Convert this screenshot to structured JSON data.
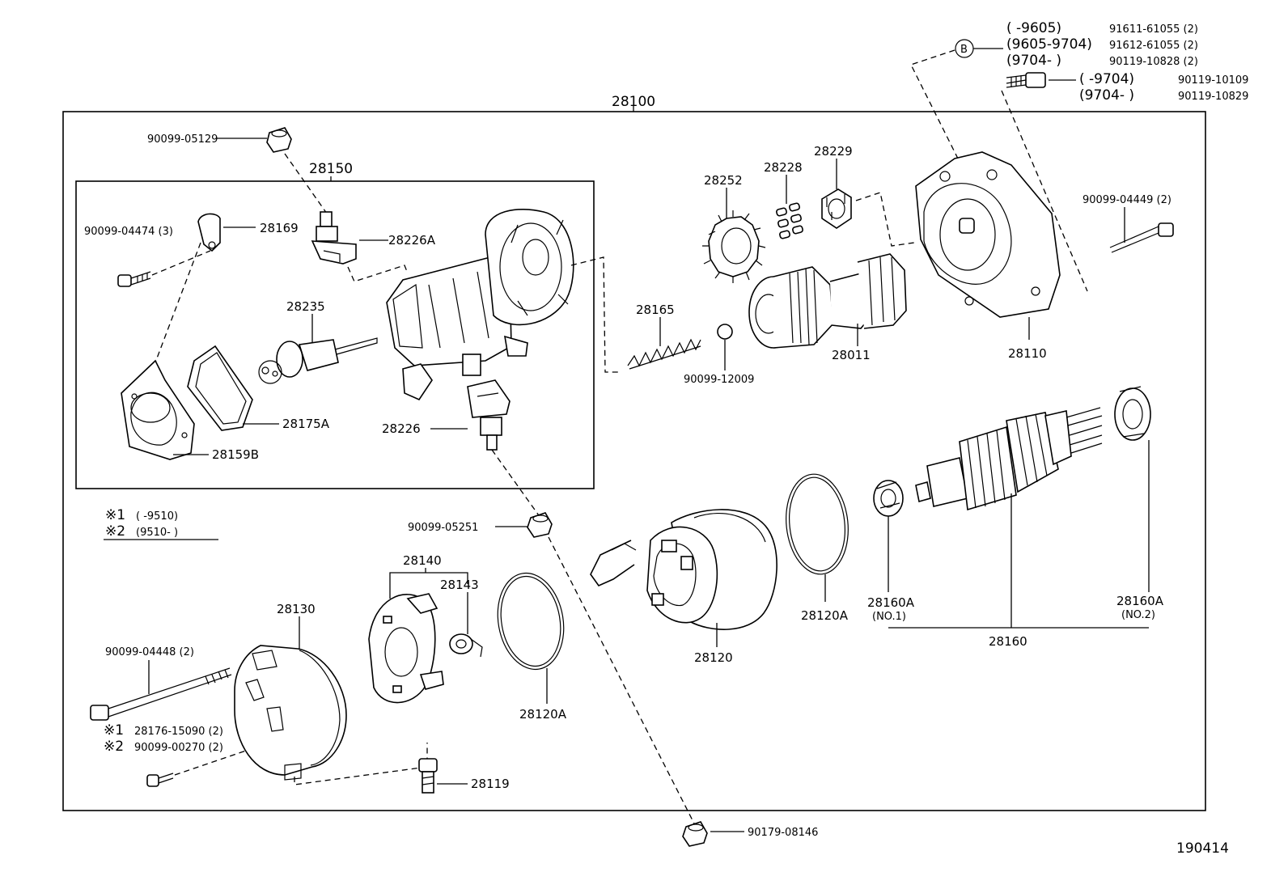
{
  "diagram": {
    "assembly_number": "28100",
    "subassembly_number": "28150",
    "figure_number": "190414",
    "callout_b_letter": "B",
    "parts": {
      "p_90099_05129": "90099-05129",
      "p_90099_04474": "90099-04474 (3)",
      "p_28169": "28169",
      "p_28226A": "28226A",
      "p_28235": "28235",
      "p_28175A": "28175A",
      "p_28159B": "28159B",
      "p_28226": "28226",
      "p_28252": "28252",
      "p_28228": "28228",
      "p_28229": "28229",
      "p_28165": "28165",
      "p_90099_12009": "90099-12009",
      "p_28011": "28011",
      "p_28110": "28110",
      "p_90099_04449": "90099-04449 (2)",
      "p_90099_05251": "90099-05251",
      "p_28140": "28140",
      "p_28143": "28143",
      "p_28130": "28130",
      "p_90099_04448": "90099-04448 (2)",
      "p_28176_15090": "28176-15090 (2)",
      "p_90099_00270": "90099-00270 (2)",
      "p_28120A_left": "28120A",
      "p_28120": "28120",
      "p_28120A_right": "28120A",
      "p_28160A_1": "28160A",
      "p_28160A_1_note": "(NO.1)",
      "p_28160": "28160",
      "p_28160A_2": "28160A",
      "p_28160A_2_note": "(NO.2)",
      "p_28119": "28119",
      "p_90179_08146": "90179-08146"
    },
    "legend": {
      "note1_mark": "※1",
      "note1_range": "(      -9510)",
      "note2_mark": "※2",
      "note2_range": "(9510-       )"
    },
    "bolt_notes_b": [
      {
        "range": "(      -9605)",
        "part": "91611-61055 (2)"
      },
      {
        "range": "(9605-9704)",
        "part": "91612-61055 (2)"
      },
      {
        "range": "(9704-      )",
        "part": "90119-10828 (2)"
      }
    ],
    "bolt_notes_top": [
      {
        "range": "(      -9704)",
        "part": "90119-10109"
      },
      {
        "range": "(9704-      )",
        "part": "90119-10829"
      }
    ],
    "ref_marks": {
      "mark1": "※1",
      "mark2": "※2"
    }
  }
}
